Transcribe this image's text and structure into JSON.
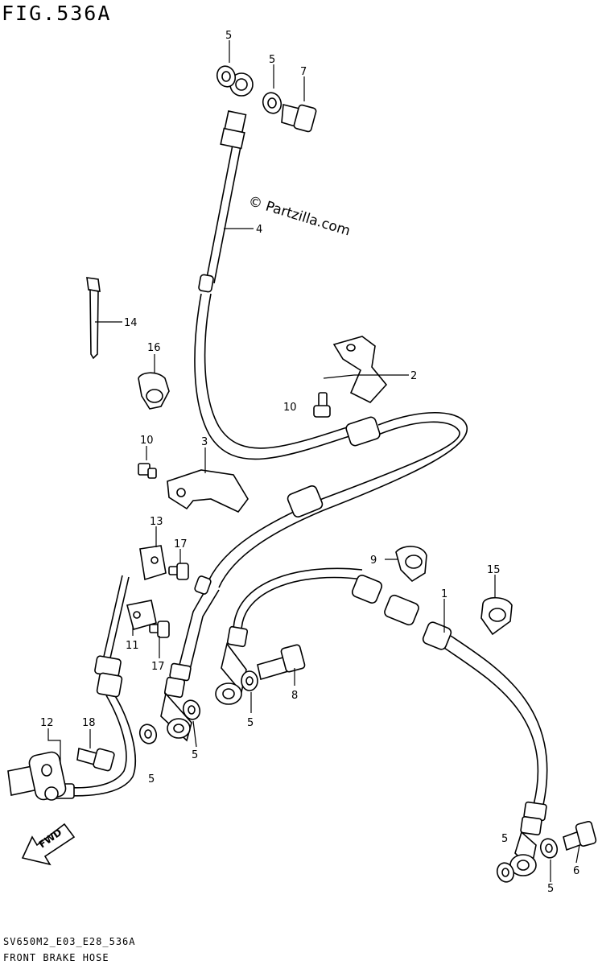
{
  "figure": {
    "title": "FIG.536A",
    "watermark": "© Partzilla.com",
    "model_code": "SV650M2_E03_E28_536A",
    "caption": "FRONT BRAKE HOSE"
  },
  "fwd_label": "FWD",
  "callouts": [
    {
      "id": "c5a",
      "text": "5"
    },
    {
      "id": "c5b",
      "text": "5"
    },
    {
      "id": "c7",
      "text": "7"
    },
    {
      "id": "c4",
      "text": "4"
    },
    {
      "id": "c14",
      "text": "14"
    },
    {
      "id": "c16",
      "text": "16"
    },
    {
      "id": "c2",
      "text": "2"
    },
    {
      "id": "c10a",
      "text": "10"
    },
    {
      "id": "c10b",
      "text": "10"
    },
    {
      "id": "c3",
      "text": "3"
    },
    {
      "id": "c13",
      "text": "13"
    },
    {
      "id": "c17a",
      "text": "17"
    },
    {
      "id": "c9",
      "text": "9"
    },
    {
      "id": "c1",
      "text": "1"
    },
    {
      "id": "c15",
      "text": "15"
    },
    {
      "id": "c11",
      "text": "11"
    },
    {
      "id": "c17b",
      "text": "17"
    },
    {
      "id": "c8",
      "text": "8"
    },
    {
      "id": "c5c",
      "text": "5"
    },
    {
      "id": "c12",
      "text": "12"
    },
    {
      "id": "c18",
      "text": "18"
    },
    {
      "id": "c5d",
      "text": "5"
    },
    {
      "id": "c5e",
      "text": "5"
    },
    {
      "id": "c5f",
      "text": "5"
    },
    {
      "id": "c5g",
      "text": "5"
    },
    {
      "id": "c6",
      "text": "6"
    }
  ]
}
